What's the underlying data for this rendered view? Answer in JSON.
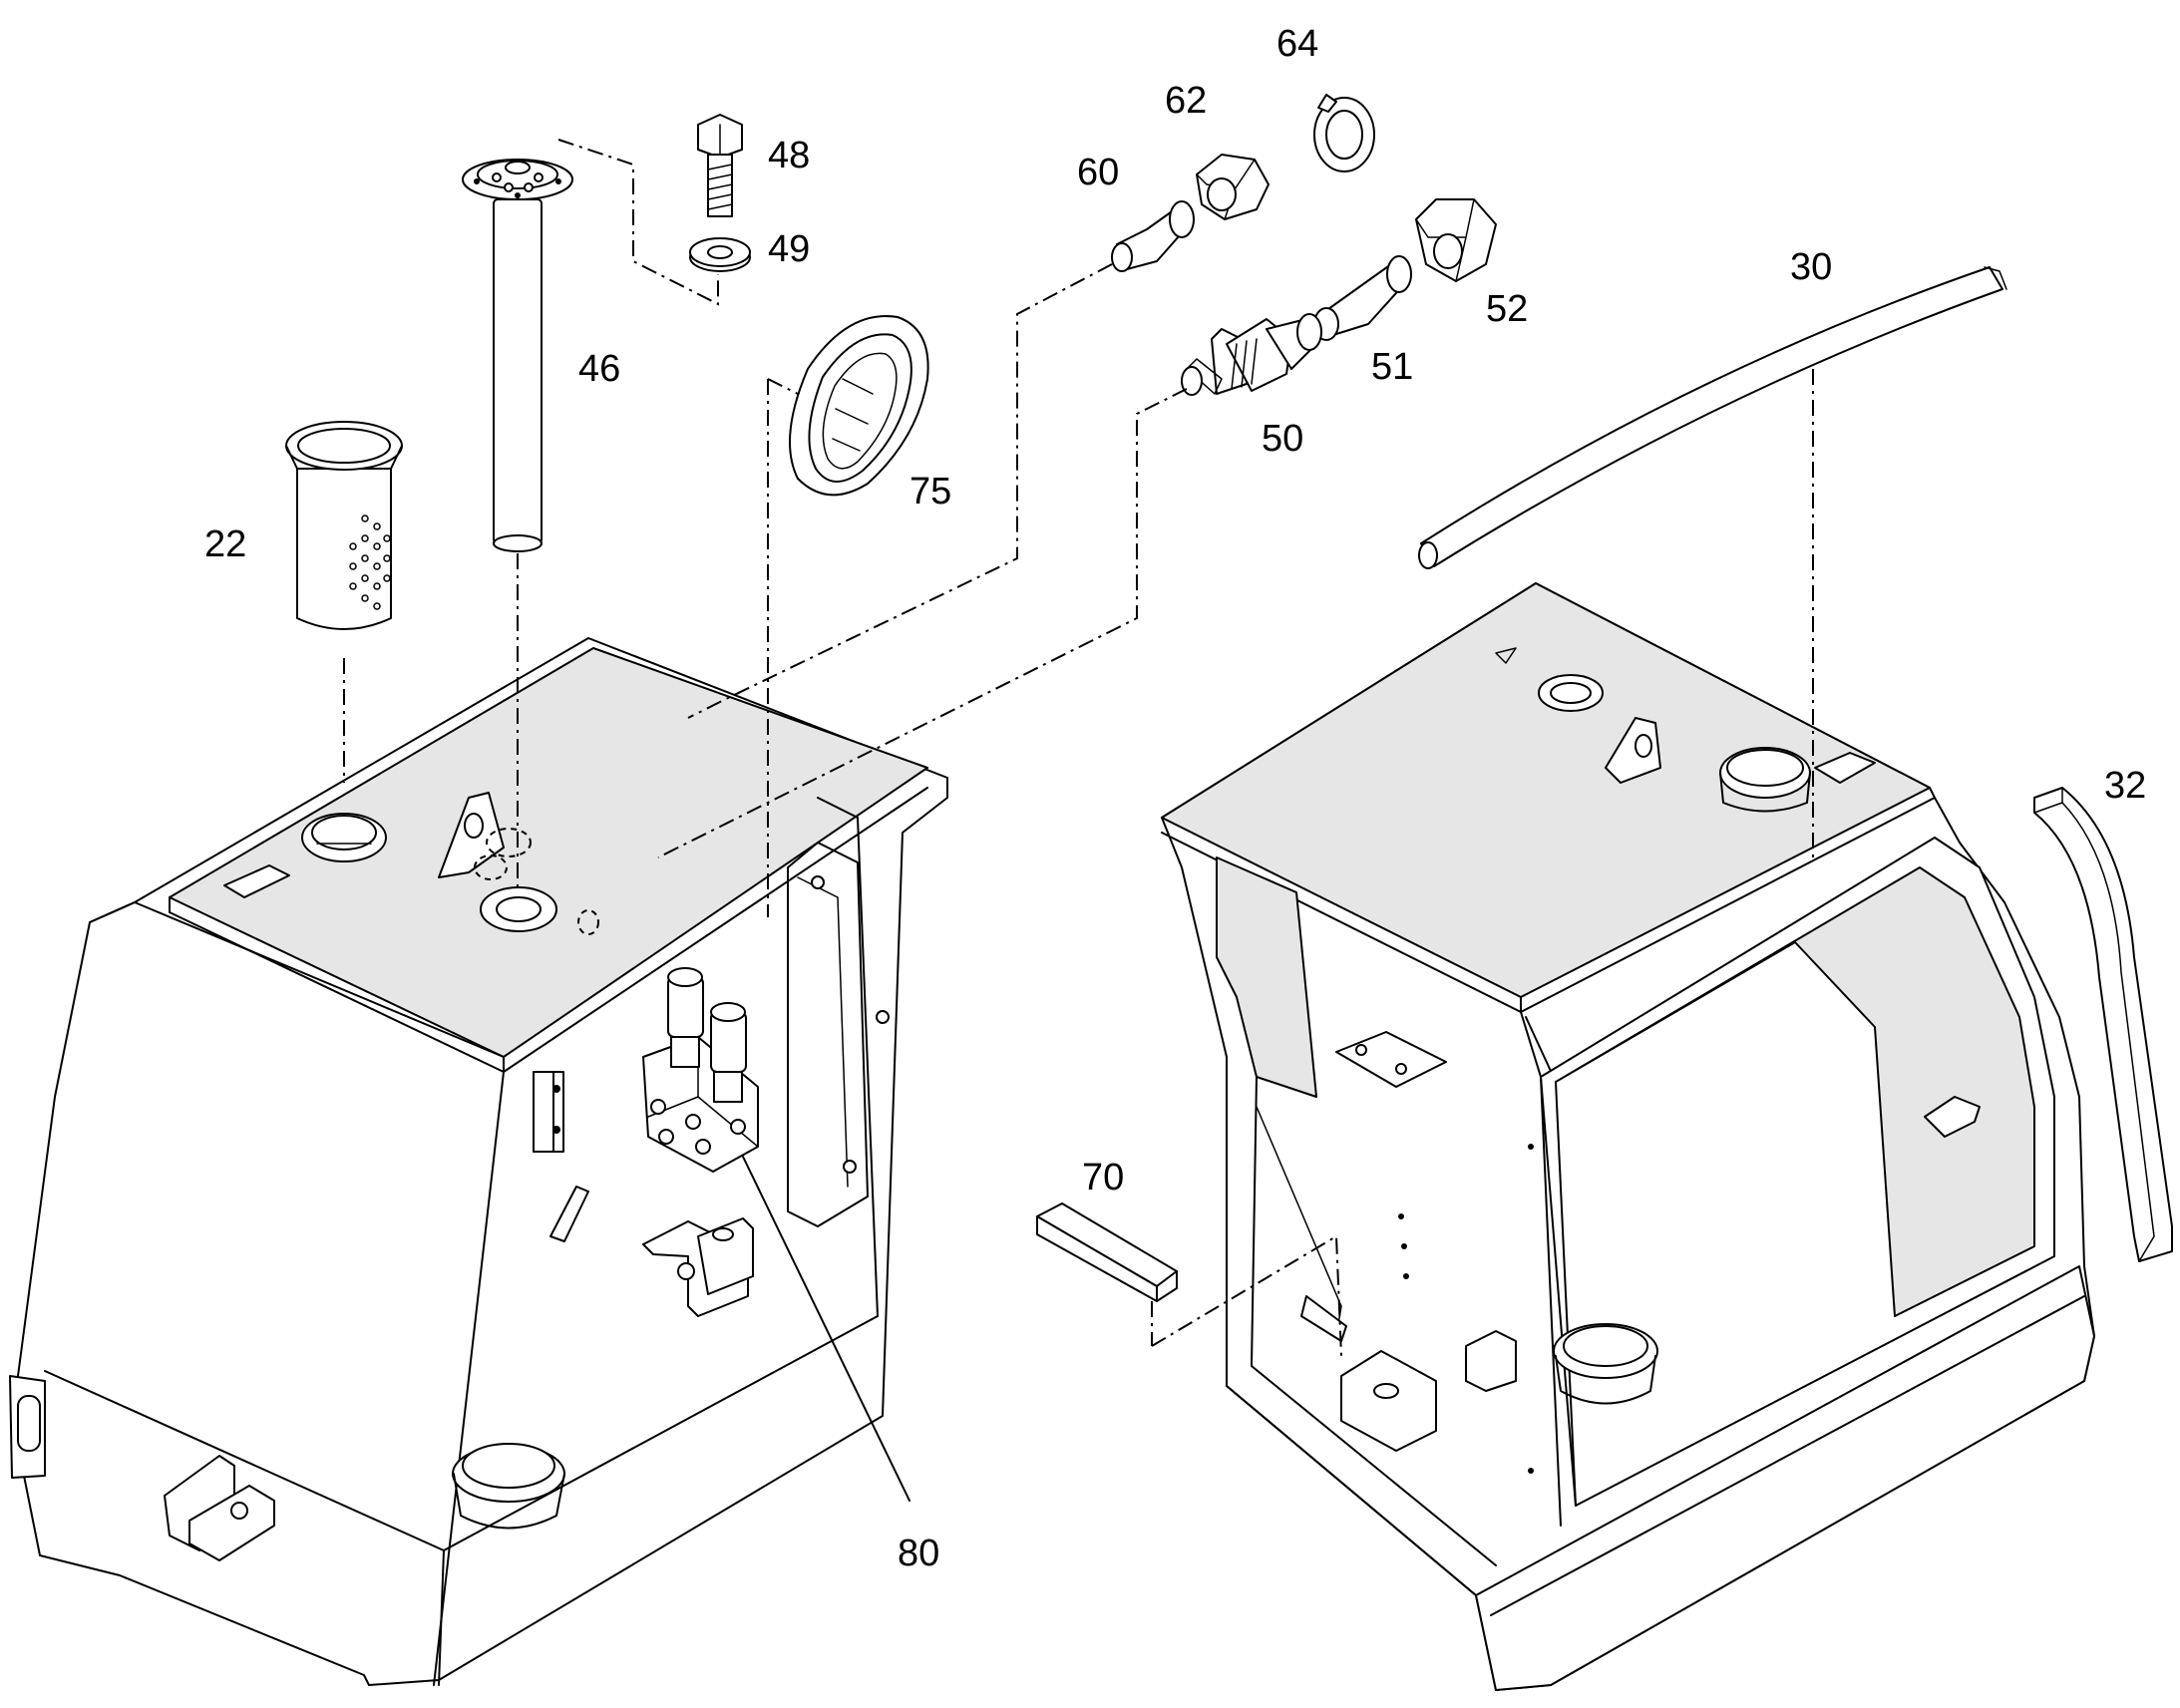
{
  "diagram": {
    "type": "exploded-parts-view",
    "callouts": [
      {
        "id": "p22",
        "label": "22"
      },
      {
        "id": "p30",
        "label": "30"
      },
      {
        "id": "p32",
        "label": "32"
      },
      {
        "id": "p46",
        "label": "46"
      },
      {
        "id": "p48",
        "label": "48"
      },
      {
        "id": "p49",
        "label": "49"
      },
      {
        "id": "p50",
        "label": "50"
      },
      {
        "id": "p51",
        "label": "51"
      },
      {
        "id": "p52",
        "label": "52"
      },
      {
        "id": "p60",
        "label": "60"
      },
      {
        "id": "p62",
        "label": "62"
      },
      {
        "id": "p64",
        "label": "64"
      },
      {
        "id": "p70",
        "label": "70"
      },
      {
        "id": "p75",
        "label": "75"
      },
      {
        "id": "p80",
        "label": "80"
      }
    ]
  }
}
